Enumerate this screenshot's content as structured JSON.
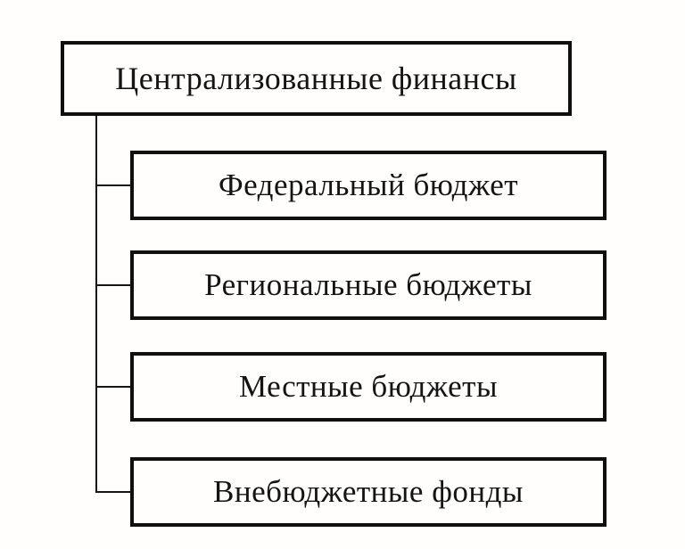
{
  "diagram": {
    "title": "Централизованные финансы — structure diagram",
    "colors": {
      "background": "#fffefd",
      "border": "#0f0f0f",
      "text": "#141414",
      "connector": "#161616"
    },
    "root": {
      "label": "Централизованные финансы"
    },
    "children": [
      {
        "label": "Федеральный бюджет"
      },
      {
        "label": "Региональные бюджеты"
      },
      {
        "label": "Местные бюджеты"
      },
      {
        "label": "Внебюджетные фонды"
      }
    ]
  }
}
